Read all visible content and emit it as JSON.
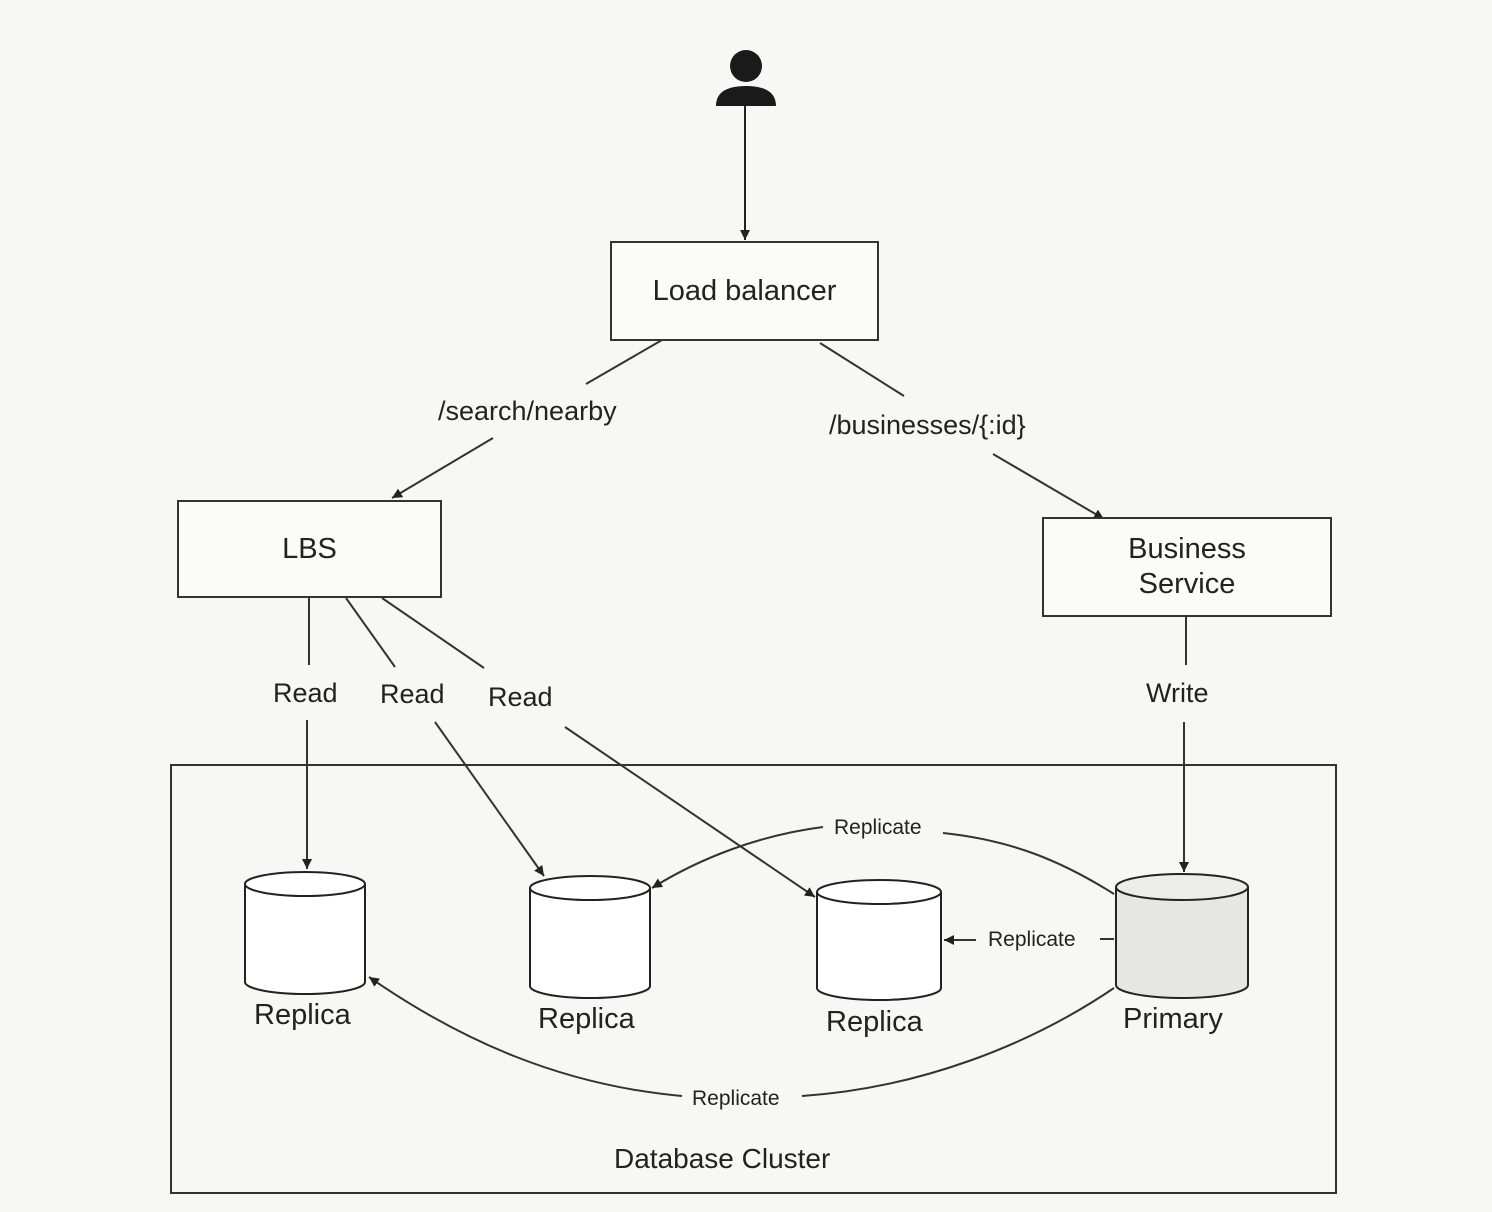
{
  "nodes": {
    "load_balancer": "Load balancer",
    "lbs": "LBS",
    "business_service": "Business Service"
  },
  "edges": {
    "search_nearby": "/search/nearby",
    "businesses_id": "/businesses/{:id}",
    "read": "Read",
    "write": "Write",
    "replicate": "Replicate"
  },
  "databases": {
    "replica": "Replica",
    "primary": "Primary"
  },
  "cluster": {
    "label": "Database Cluster"
  },
  "icons": {
    "user": "user-icon",
    "database": "database-icon"
  },
  "colors": {
    "stroke": "#333333",
    "primary_fill": "#e6e6e4",
    "replica_fill": "#ffffff"
  }
}
